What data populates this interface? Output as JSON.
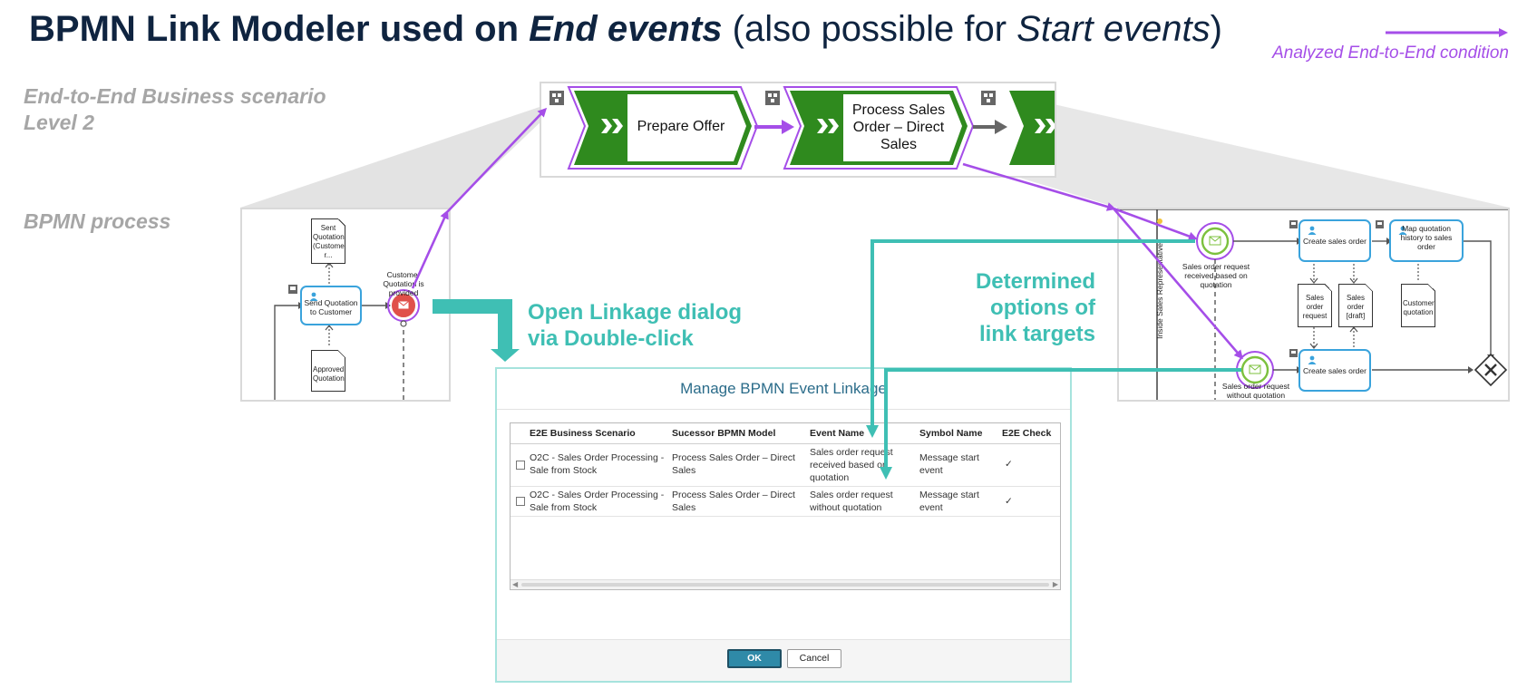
{
  "title": {
    "part1": "BPMN Link Modeler used on ",
    "part2": "End events",
    "part3": " (also possible for ",
    "part4": "Start events",
    "part5": ")"
  },
  "legend": {
    "label": "Analyzed End-to-End condition"
  },
  "levels": {
    "e2e_line1": "End-to-End Business scenario",
    "e2e_line2": "Level 2",
    "bpmn": "BPMN process"
  },
  "annotations": {
    "open_line1": "Open Linkage dialog",
    "open_line2": "via Double-click",
    "det_line1": "Determined",
    "det_line2": "options of",
    "det_line3": "link targets"
  },
  "e2e_process": {
    "step1": "Prepare Offer",
    "step2_line1": "Process Sales",
    "step2_line2": "Order – Direct",
    "step2_line3": "Sales"
  },
  "bpmn_left": {
    "doc_sent": [
      "Sent",
      "Quotation",
      "(Custome",
      "r..."
    ],
    "task": "Send Quotation to Customer",
    "doc_approved": [
      "Approved",
      "Quotation"
    ],
    "end_event": [
      "Customer",
      "Quotation is",
      "provided"
    ]
  },
  "bpmn_right": {
    "lane": "Inside Sales Representative",
    "start1": [
      "Sales order request",
      "received based on",
      "quotation"
    ],
    "start2": [
      "Sales order request",
      "without quotation"
    ],
    "task1": "Create sales order",
    "task2": "Map quotation history to sales order",
    "task3": "Create sales order",
    "doc1": [
      "Sales",
      "order",
      "request"
    ],
    "doc2": [
      "Sales",
      "order",
      "[draft]"
    ],
    "doc3": [
      "Customer",
      "quotation"
    ]
  },
  "dialog": {
    "title": "Manage BPMN Event Linkage",
    "columns": [
      "E2E Business Scenario",
      "Sucessor BPMN Model",
      "Event Name",
      "Symbol Name",
      "E2E Check"
    ],
    "rows": [
      {
        "scenario": [
          "O2C - Sales Order Processing -",
          "Sale from Stock"
        ],
        "model": [
          "Process Sales Order – Direct",
          "Sales"
        ],
        "event": [
          "Sales order request",
          "received based on",
          "quotation"
        ],
        "symbol": [
          "Message start",
          "event"
        ],
        "check": "✓"
      },
      {
        "scenario": [
          "O2C - Sales Order Processing -",
          "Sale from Stock"
        ],
        "model": [
          "Process Sales Order – Direct",
          "Sales"
        ],
        "event": [
          "Sales order request",
          "without quotation"
        ],
        "symbol": [
          "Message start",
          "event"
        ],
        "check": "✓"
      }
    ],
    "ok": "OK",
    "cancel": "Cancel"
  },
  "colors": {
    "purple": "#a54ee8",
    "teal": "#3fbfb4",
    "green": "#2f8a1e",
    "task_blue": "#3aa3dc",
    "end_red": "#e0504a",
    "start_green": "#7cc13e",
    "title_navy": "#0f2440"
  }
}
